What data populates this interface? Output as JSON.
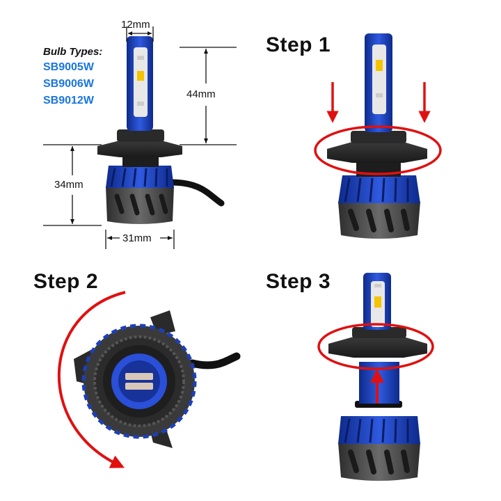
{
  "colors": {
    "bulb_blue": "#1f3fc0",
    "highlight_red": "#e01010",
    "bulb_type_blue": "#1976e0",
    "housing_gray": "#4a4a4a"
  },
  "dimensions": {
    "top_width": "12mm",
    "top_height": "44mm",
    "base_height": "34mm",
    "base_width": "31mm"
  },
  "bulb_types": {
    "heading": "Bulb Types:",
    "items": [
      "SB9005W",
      "SB9006W",
      "SB9012W"
    ]
  },
  "steps": {
    "step1": "Step 1",
    "step2": "Step 2",
    "step3": "Step 3"
  }
}
